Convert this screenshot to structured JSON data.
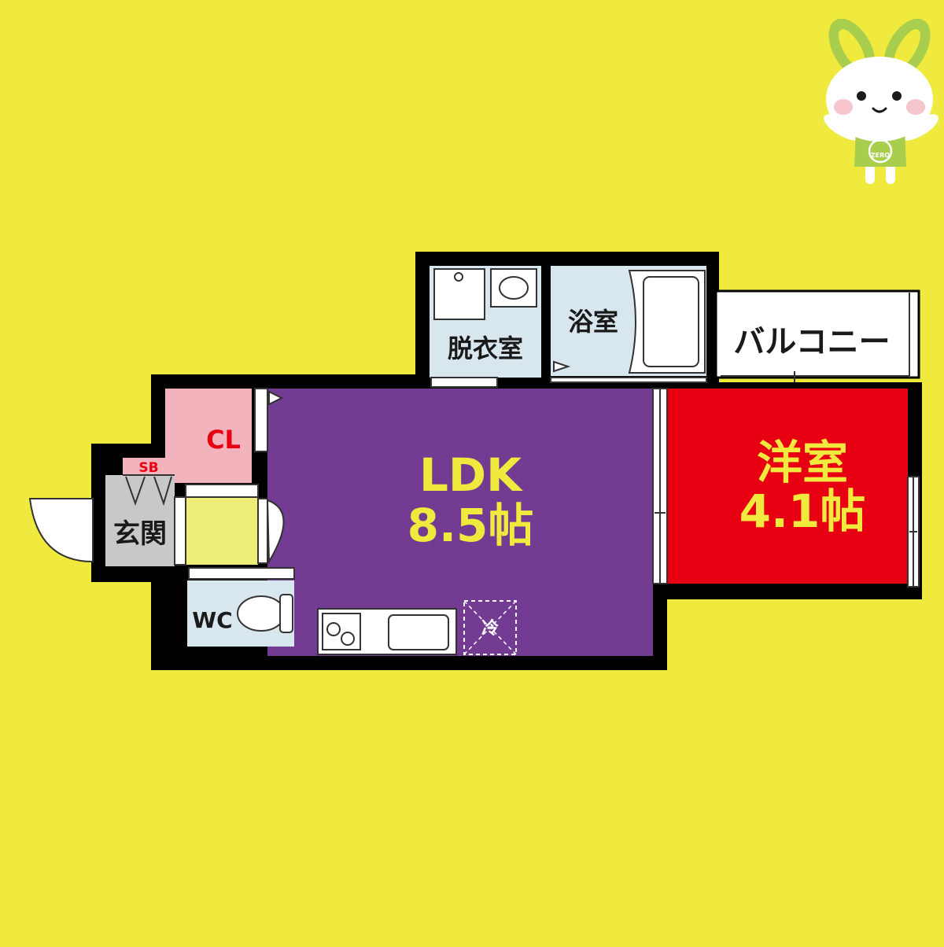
{
  "colors": {
    "background": "#f0ea3e",
    "wall": "#000000",
    "ldk": "#733b91",
    "western_room": "#e60012",
    "closet": "#f2b3bd",
    "wet_area": "#d8e6ee",
    "entrance": "#c8c8c8",
    "hallway": "#eeed78",
    "balcony": "#ffffff",
    "label_yellow": "#f0ea3e",
    "label_red": "#e60012",
    "label_dark": "#1a1a1a",
    "mascot_green": "#a9ce4e"
  },
  "rooms": {
    "ldk": {
      "name": "LDK",
      "size": "8.5帖"
    },
    "western": {
      "name": "洋室",
      "size": "4.1帖"
    },
    "closet": {
      "label": "CL"
    },
    "shoe_box": {
      "label": "SB"
    },
    "entrance": {
      "label": "玄関"
    },
    "toilet": {
      "label": "WC"
    },
    "washroom": {
      "label": "脱衣室"
    },
    "bathroom": {
      "label": "浴室"
    },
    "balcony": {
      "label": "バルコニー"
    },
    "fridge": {
      "label": "冷"
    }
  },
  "mascot": {
    "badge": "ZERO"
  }
}
